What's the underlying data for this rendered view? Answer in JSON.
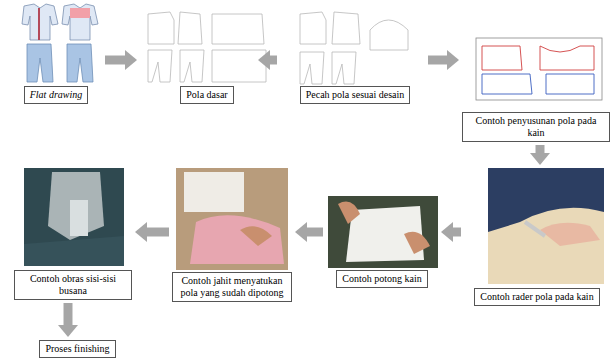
{
  "diagram": {
    "nodes": [
      {
        "text": [
          "Flat drawing"
        ]
      },
      {
        "text": [
          "Pola dasar"
        ]
      },
      {
        "text": [
          "Pecah pola sesuai desain"
        ]
      },
      {
        "text": [
          "Contoh penyusunan pola pada kain"
        ]
      },
      {
        "text": [
          "Contoh rader pola pada kain"
        ]
      },
      {
        "text": [
          "Contoh potong kain"
        ]
      },
      {
        "text": [
          "Contoh jahit menyatukan pola yang sudah dipotong"
        ]
      },
      {
        "text": [
          "Contoh obras sisi-sisi busana"
        ]
      },
      {
        "text": [
          "Proses finishing"
        ]
      }
    ],
    "edges": [
      {
        "from": 0,
        "to": 1,
        "arrow": "to"
      },
      {
        "from": 1,
        "to": 2,
        "arrow": "to"
      },
      {
        "from": 2,
        "to": 3,
        "arrow": "to"
      },
      {
        "from": 3,
        "to": 4,
        "arrow": "to"
      },
      {
        "from": 4,
        "to": 5,
        "arrow": "to"
      },
      {
        "from": 5,
        "to": 6,
        "arrow": "to"
      },
      {
        "from": 6,
        "to": 7,
        "arrow": "to"
      },
      {
        "from": 7,
        "to": 8,
        "arrow": "to"
      }
    ]
  }
}
